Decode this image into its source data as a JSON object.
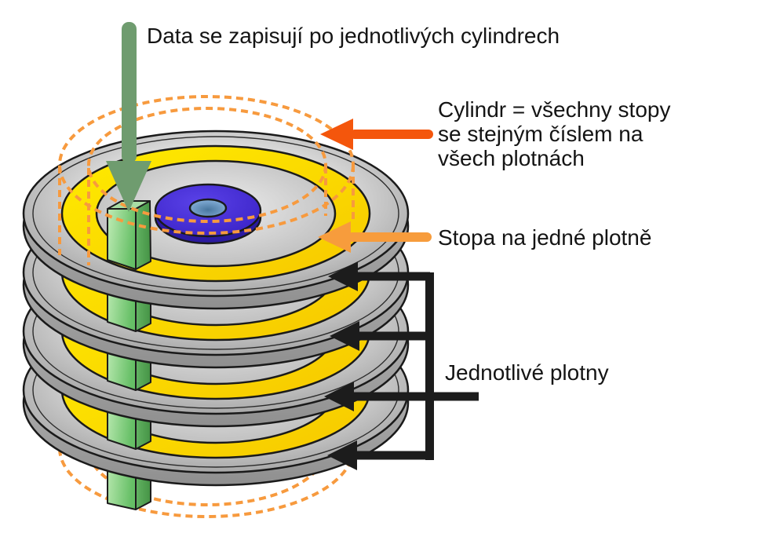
{
  "title": "Data se zapisují po jednotlivých cylindrech",
  "labels": {
    "cylinder": [
      "Cylindr = všechny stopy",
      "se stejným číslem na",
      "všech plotnách"
    ],
    "track": "Stopa na jedné plotně",
    "platters": "Jednotlivé plotny"
  },
  "diagram": {
    "platter_count": 4,
    "colors": {
      "platter_gray": "#c9c9c9",
      "track_yellow": "#FFE103",
      "hub_blue": "#4B2EDB",
      "hub_hole_blue": "#8FB9E3",
      "column_green": "#6CC26C",
      "write_arrow_green": "#6F9C6F",
      "cylinder_arrow_orange": "#F4560C",
      "track_arrow_orange": "#F79C3C",
      "dashed_cylinder_orange": "#F79A3E",
      "pointer_black": "#1C1C1C"
    }
  }
}
